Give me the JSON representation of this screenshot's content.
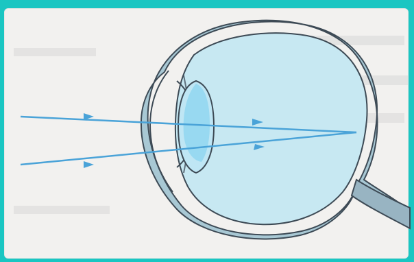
{
  "diagram": {
    "subject": "eye-cross-section-light-rays",
    "colors": {
      "frame": "#1ac6c2",
      "paper": "#f2f1ef",
      "eye_fill": "#c7e8f2",
      "sclera_band": "#a8c8d4",
      "outline": "#3d4a55",
      "lens_fill": "#bfe6f4",
      "lens_highlight": "#7fd0ee",
      "ray": "#4aa3d8",
      "nerve": "#98b4c2"
    },
    "icons": [
      "arrow-head",
      "eye-diagram"
    ]
  }
}
